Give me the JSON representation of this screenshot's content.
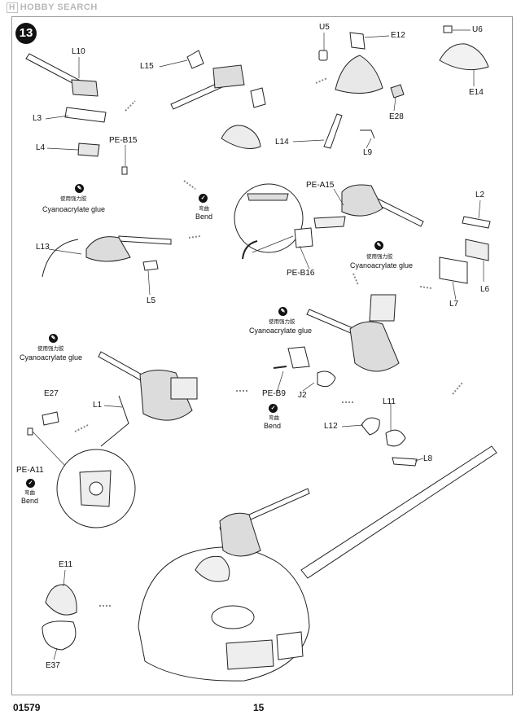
{
  "watermark": {
    "brand": "H",
    "text": "HOBBY SEARCH"
  },
  "step": {
    "number": "13"
  },
  "callouts": {
    "glue_cn": "使用强力胶",
    "glue_en": "Cyanoacrylate glue",
    "bend_cn": "弯曲",
    "bend_en": "Bend"
  },
  "parts": {
    "L10": "L10",
    "L15": "L15",
    "U5": "U5",
    "E12": "E12",
    "U6": "U6",
    "L3": "L3",
    "L4": "L4",
    "PE_B15": "PE-B15",
    "E28": "E28",
    "E14": "E14",
    "L14": "L14",
    "L9": "L9",
    "L2": "L2",
    "PE_A15": "PE-A15",
    "L13": "L13",
    "PE_B16": "PE-B16",
    "L6": "L6",
    "L7": "L7",
    "L5": "L5",
    "E27": "E27",
    "L1": "L1",
    "PE_B9": "PE-B9",
    "J2": "J2",
    "L11": "L11",
    "L12": "L12",
    "L8": "L8",
    "PE_A11": "PE-A11",
    "E11": "E11",
    "E37": "E37"
  },
  "footer": {
    "code": "01579",
    "page": "15"
  }
}
